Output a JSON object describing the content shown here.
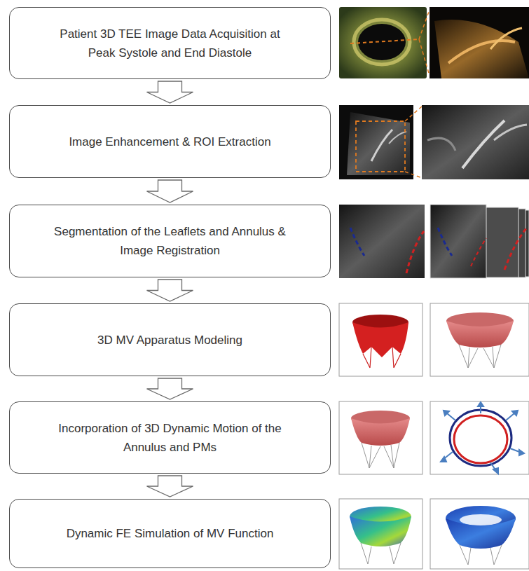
{
  "diagram": {
    "nodes": [
      {
        "text": [
          "Patient 3D TEE Image Data Acquisition at Peak Systole and End Diastole"
        ]
      },
      {
        "text": [
          "Image Enhancement & ROI Extraction"
        ]
      },
      {
        "text": [
          "Segmentation of the Leaflets and Annulus & Image Registration"
        ]
      },
      {
        "text": [
          "3D MV Apparatus Modeling"
        ]
      },
      {
        "text": [
          "Incorporation of 3D Dynamic Motion of the Annulus and PMs"
        ]
      },
      {
        "text": [
          "Dynamic FE Simulation of MV Function"
        ]
      }
    ],
    "edges": [
      {
        "from": 0,
        "to": 1,
        "arrow": "to"
      },
      {
        "from": 1,
        "to": 2,
        "arrow": "to"
      },
      {
        "from": 2,
        "to": 3,
        "arrow": "to"
      },
      {
        "from": 3,
        "to": 4,
        "arrow": "to"
      },
      {
        "from": 4,
        "to": 5,
        "arrow": "to"
      }
    ]
  }
}
